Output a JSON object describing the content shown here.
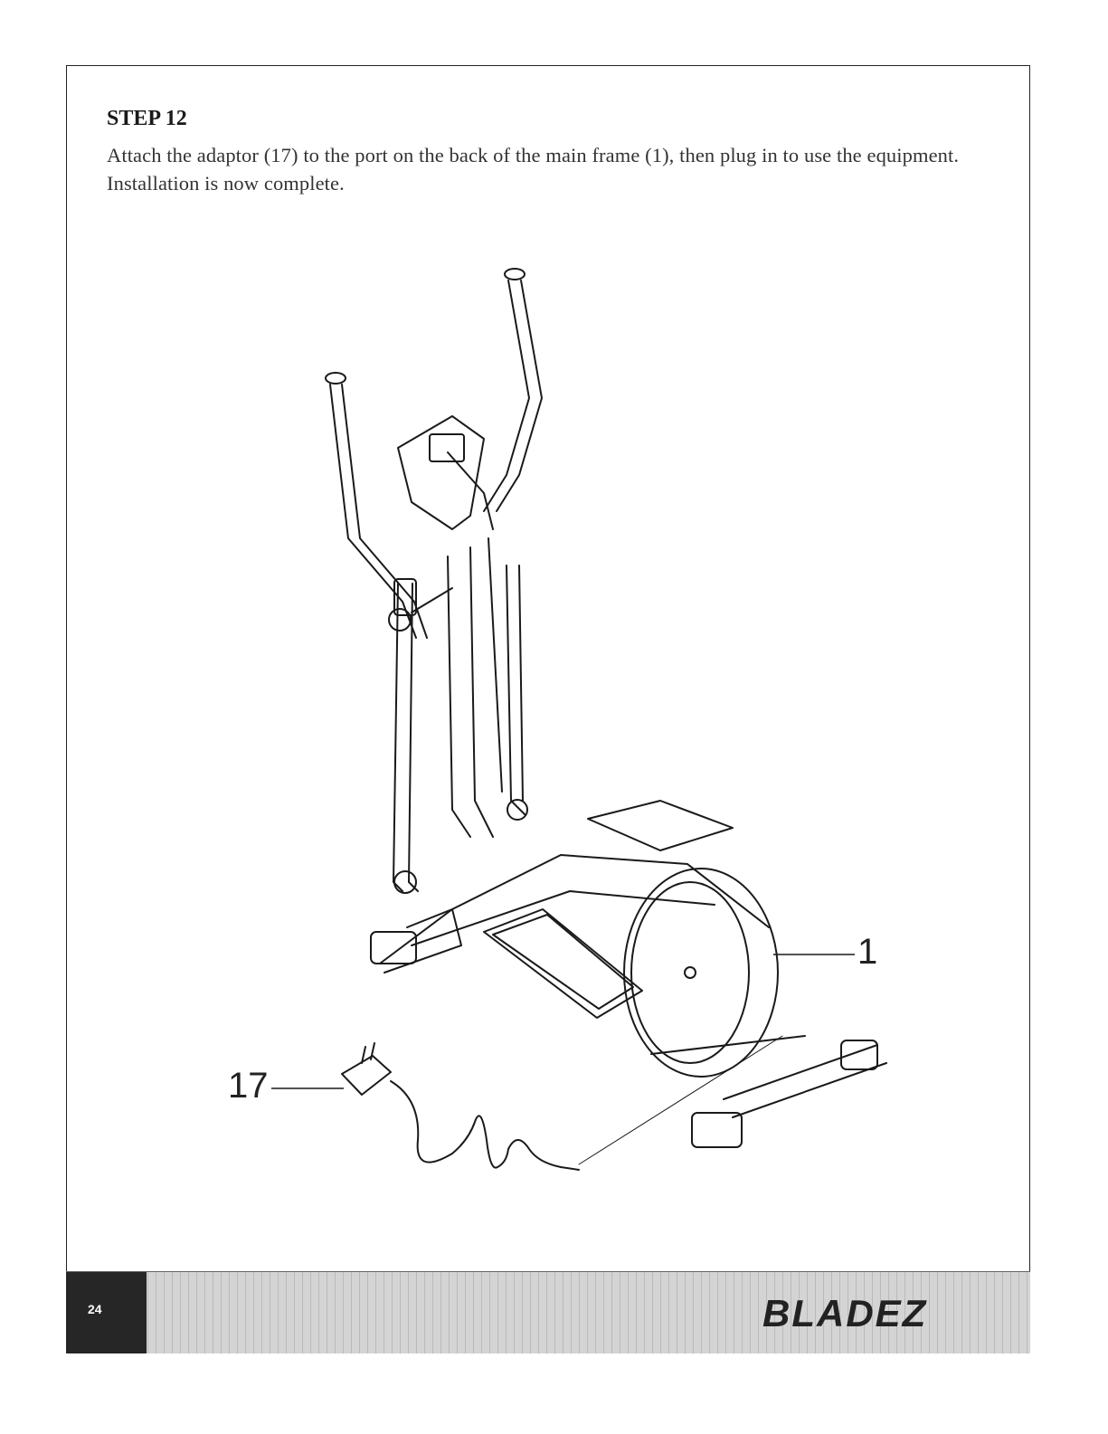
{
  "step": {
    "title": "STEP 12",
    "instructions": "Attach the adaptor (17) to the port on the back of the main frame (1), then plug in to use the equipment. Installation is now complete."
  },
  "figure": {
    "callouts": {
      "main_frame": "1",
      "adaptor": "17"
    }
  },
  "footer": {
    "page_number": "24",
    "brand": "BLADEZ"
  }
}
